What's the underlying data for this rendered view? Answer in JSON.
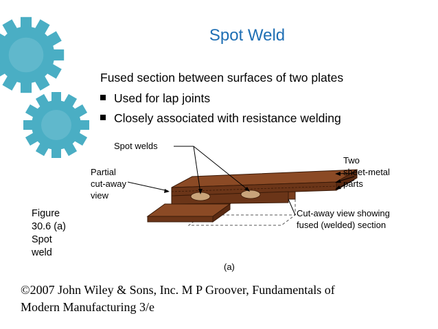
{
  "slide": {
    "title": "Spot Weld",
    "lead": "Fused section between surfaces of two plates",
    "bullets": [
      "Used for lap joints",
      "Closely associated with resistance welding"
    ],
    "caption_lines": [
      "Figure",
      "30.6 (a)",
      "Spot",
      "weld"
    ],
    "footer_lines": [
      "©2007 John Wiley & Sons, Inc.  M P Groover, Fundamentals of",
      "Modern Manufacturing 3/e"
    ]
  },
  "figure": {
    "label_spot_welds": "Spot welds",
    "label_partial": [
      "Partial",
      "cut-away",
      "view"
    ],
    "label_two_sheet": [
      "Two",
      "sheet-metal",
      "parts"
    ],
    "label_cutaway": [
      "Cut-away view showing",
      "fused (welded) section"
    ],
    "label_sub": "(a)"
  },
  "colors": {
    "title": "#1f6fb4",
    "gear": "#4aaec4",
    "plate_top": "#8b4a25",
    "plate_side": "#6b3518",
    "weld": "#c9a47a"
  }
}
